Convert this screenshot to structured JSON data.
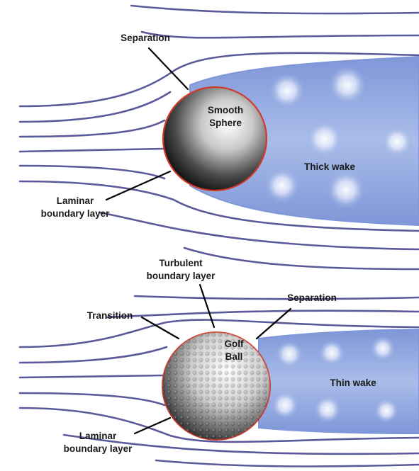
{
  "top_panel": {
    "sphere_label_line1": "Smooth",
    "sphere_label_line2": "Sphere",
    "separation": "Separation",
    "laminar_line1": "Laminar",
    "laminar_line2": "boundary layer",
    "wake": "Thick wake"
  },
  "bottom_panel": {
    "turbulent_line1": "Turbulent",
    "turbulent_line2": "boundary layer",
    "transition": "Transition",
    "separation": "Separation",
    "ball_label_line1": "Golf",
    "ball_label_line2": "Ball",
    "laminar_line1": "Laminar",
    "laminar_line2": "boundary layer",
    "wake": "Thin wake"
  },
  "colors": {
    "streamline": "#5a5a9a",
    "wake_fill": "#8ea8e0",
    "wake_edge": "#7f96d8",
    "separation_ring": "#d23a2a"
  }
}
